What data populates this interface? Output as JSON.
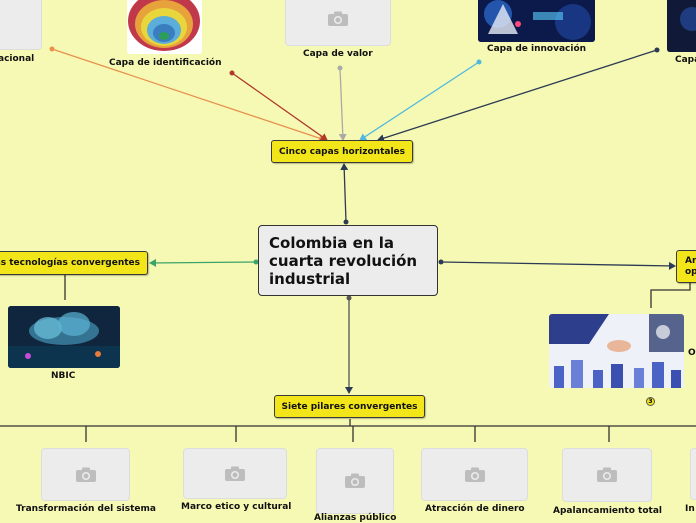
{
  "central": {
    "title": "Colombia en la cuarta revolución industrial"
  },
  "hubs": {
    "top": "Cinco capas horizontales",
    "left": "Las tecnologías convergentes",
    "bottom": "Siete pilares convergentes",
    "right_line1": "Ar",
    "right_line2": "op"
  },
  "top_layers": [
    {
      "label": "acional"
    },
    {
      "label": "Capa de identificación"
    },
    {
      "label": "Capa de valor"
    },
    {
      "label": "Capa de innovación"
    },
    {
      "label": "Capa"
    }
  ],
  "left_children": [
    {
      "label": "NBIC"
    }
  ],
  "right_children": [
    {
      "label": "O"
    }
  ],
  "right_badge": "3",
  "pillars": [
    {
      "label": "Transformación del sistema"
    },
    {
      "label": "Marco etico y cultural"
    },
    {
      "label": "Alianzas público"
    },
    {
      "label": "Atracción de dinero"
    },
    {
      "label": "Apalancamiento total"
    },
    {
      "label": "In"
    }
  ],
  "colors": {
    "background": "#f6f9b3",
    "hub": "#f2e51a",
    "line_orange": "#e8914d",
    "line_red": "#b0392b",
    "line_gray": "#aaaaaa",
    "line_cyan": "#4fb9e0",
    "line_navy": "#2b3a55",
    "line_green": "#3aa36a"
  },
  "icons": [
    "camera-icon",
    "arrow-icon"
  ]
}
